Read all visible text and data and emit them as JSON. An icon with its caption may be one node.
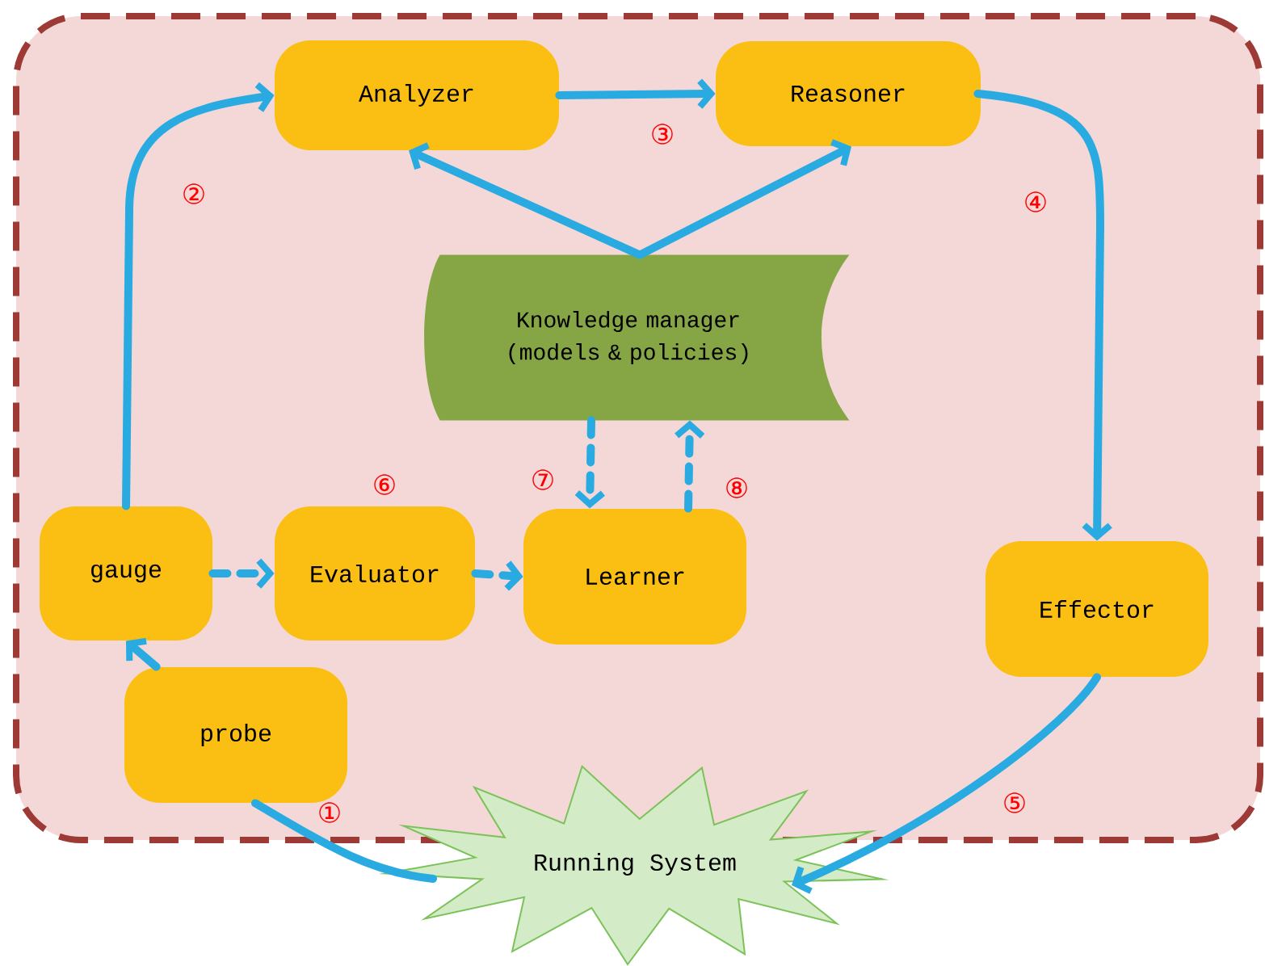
{
  "diagram": {
    "nodes": [
      {
        "text": [],
        "shape": "box"
      },
      {
        "text": [
          "Analyzer"
        ],
        "in": 0
      },
      {
        "text": [
          "Reasoner"
        ],
        "in": 0
      },
      {
        "text": [
          "Knowledge manager (models & policies)"
        ],
        "in": 0
      },
      {
        "text": [
          "gauge"
        ],
        "in": 0
      },
      {
        "text": [
          "Evaluator"
        ],
        "in": 0
      },
      {
        "text": [
          "Learner"
        ],
        "in": 0
      },
      {
        "text": [
          "Effector"
        ],
        "in": 0
      },
      {
        "text": [
          "probe"
        ],
        "in": 0
      },
      {
        "text": [
          "Running System"
        ]
      }
    ],
    "edges": [
      {
        "from": 8,
        "to": 4,
        "arrow": "to"
      },
      {
        "from": 8,
        "to": 9,
        "arrow": "none"
      },
      {
        "from": 4,
        "to": 1,
        "arrow": "to"
      },
      {
        "from": 1,
        "to": 2,
        "arrow": "to"
      },
      {
        "from": 3,
        "to": 1,
        "arrow": "to"
      },
      {
        "from": 3,
        "to": 2,
        "arrow": "to"
      },
      {
        "from": 2,
        "to": 7,
        "arrow": "to"
      },
      {
        "from": 7,
        "to": 9,
        "arrow": "to"
      },
      {
        "from": 4,
        "to": 5,
        "arrow": "to",
        "style": "dashed"
      },
      {
        "from": 5,
        "to": 6,
        "arrow": "to",
        "style": "dashed"
      },
      {
        "from": 3,
        "to": 6,
        "arrow": "to",
        "style": "dashed"
      },
      {
        "from": 6,
        "to": 3,
        "arrow": "to",
        "style": "dashed"
      }
    ],
    "labels": [
      "①",
      "②",
      "③",
      "④",
      "⑤",
      "⑥",
      "⑦",
      "⑧"
    ]
  }
}
